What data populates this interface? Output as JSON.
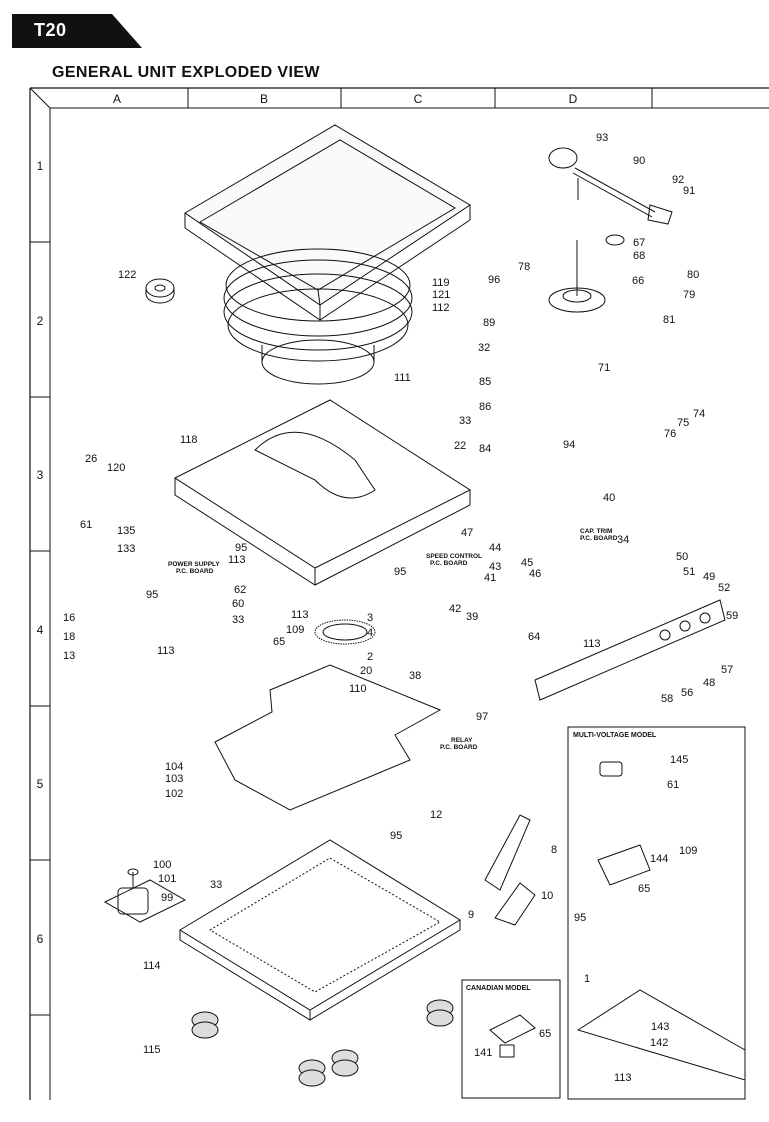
{
  "page_tag": "T20",
  "title": "GENERAL UNIT EXPLODED VIEW",
  "grid": {
    "columns": [
      "A",
      "B",
      "C",
      "D"
    ],
    "rows": [
      "1",
      "2",
      "3",
      "4",
      "5",
      "6"
    ]
  },
  "board_labels": {
    "power_supply": [
      "POWER SUPPLY",
      "P.C. BOARD"
    ],
    "speed_control": [
      "SPEED CONTROL",
      "P.C. BOARD"
    ],
    "cap_trim": [
      "CAP. TRIM",
      "P.C. BOARD"
    ],
    "relay": [
      "RELAY",
      "P.C. BOARD"
    ]
  },
  "insets": {
    "multi_voltage": "MULTI-VOLTAGE MODEL",
    "canadian": "CANADIAN MODEL"
  },
  "part_numbers": [
    "1",
    "2",
    "3",
    "4",
    "8",
    "9",
    "10",
    "12",
    "13",
    "16",
    "18",
    "20",
    "22",
    "26",
    "32",
    "33",
    "34",
    "38",
    "39",
    "40",
    "41",
    "42",
    "43",
    "44",
    "45",
    "46",
    "47",
    "48",
    "49",
    "50",
    "51",
    "52",
    "56",
    "57",
    "58",
    "59",
    "60",
    "61",
    "62",
    "64",
    "65",
    "66",
    "67",
    "68",
    "71",
    "74",
    "75",
    "76",
    "78",
    "79",
    "80",
    "81",
    "84",
    "85",
    "86",
    "89",
    "90",
    "91",
    "92",
    "93",
    "94",
    "95",
    "96",
    "97",
    "99",
    "100",
    "101",
    "102",
    "103",
    "104",
    "109",
    "110",
    "111",
    "112",
    "113",
    "114",
    "115",
    "118",
    "119",
    "120",
    "121",
    "122",
    "133",
    "135",
    "141",
    "142",
    "143",
    "144",
    "145"
  ]
}
